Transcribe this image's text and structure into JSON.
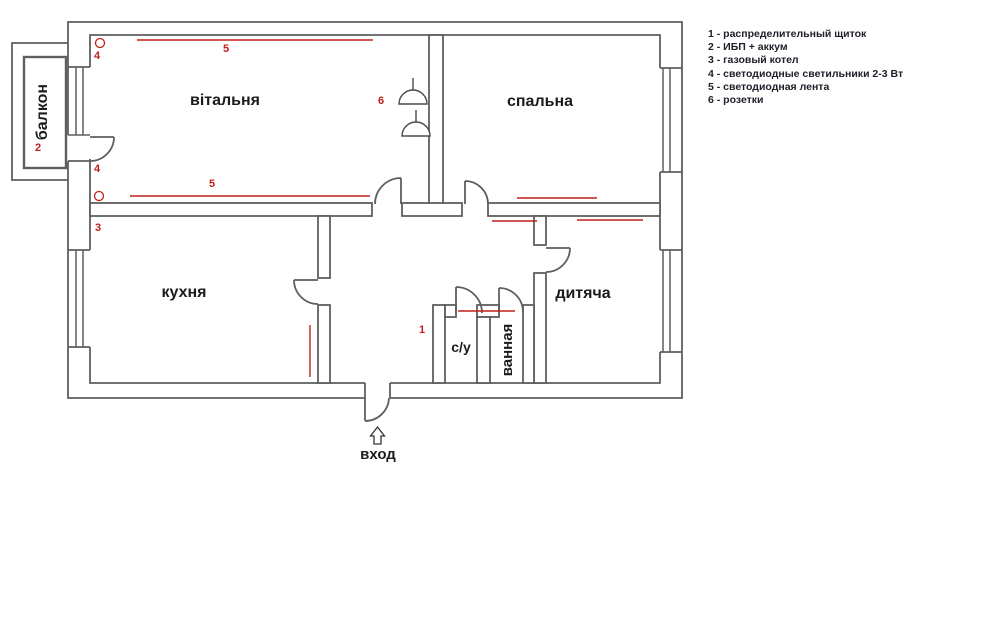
{
  "rooms": {
    "living_room": "вітальня",
    "bedroom": "спальна",
    "kitchen": "кухня",
    "kids_room": "дитяча",
    "wc": "с/у",
    "bathroom": "ванная",
    "balcony": "балкон"
  },
  "entrance": {
    "label": "вход"
  },
  "markers": {
    "distribution_panel": "1",
    "ups_battery": "2",
    "gas_boiler": "3",
    "led_light": "4",
    "led_strip": "5",
    "sockets": "6"
  },
  "legend": {
    "items": [
      "1 - распределительный щиток",
      "2 - ИБП + аккум",
      "3 - газовый котел",
      "4 - светодиодные светильники 2-3 Вт",
      "5 - светодиодная лента",
      "6 - розетки"
    ]
  },
  "colors": {
    "wall": "#5f5f5f",
    "annotation": "#c0201c",
    "room_text": "#1c1c1c",
    "legend_text": "#20202a"
  }
}
